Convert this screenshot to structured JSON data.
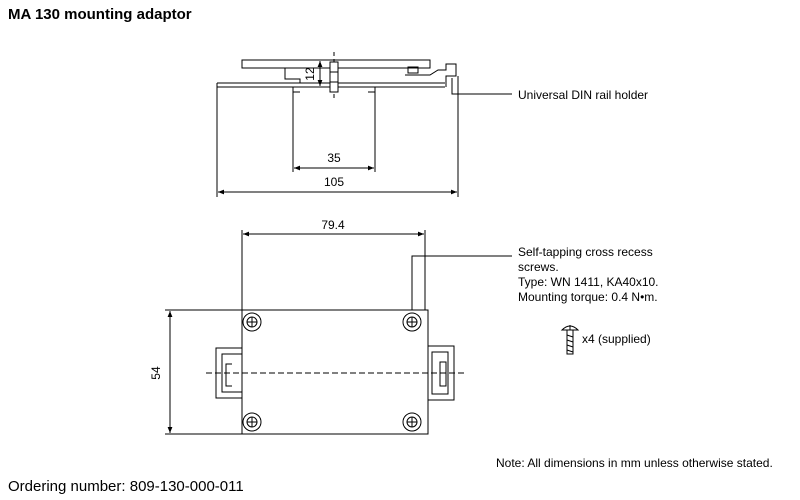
{
  "title": "MA 130 mounting adaptor",
  "ordering_number": "Ordering number: 809-130-000-011",
  "note": "Note: All dimensions in mm unless otherwise stated.",
  "callouts": {
    "din_rail_holder": "Universal DIN rail holder",
    "screws_line1": "Self-tapping cross recess",
    "screws_line2": "screws.",
    "screws_line3": "Type: WN 1411, KA40x10.",
    "screws_line4": "Mounting torque: 0.4 N•m.",
    "supplied": "x4 (supplied)"
  },
  "dimensions": {
    "height_top": "12",
    "rail_width": "35",
    "overall_width": "105",
    "hole_spacing": "79.4",
    "body_height": "54"
  }
}
